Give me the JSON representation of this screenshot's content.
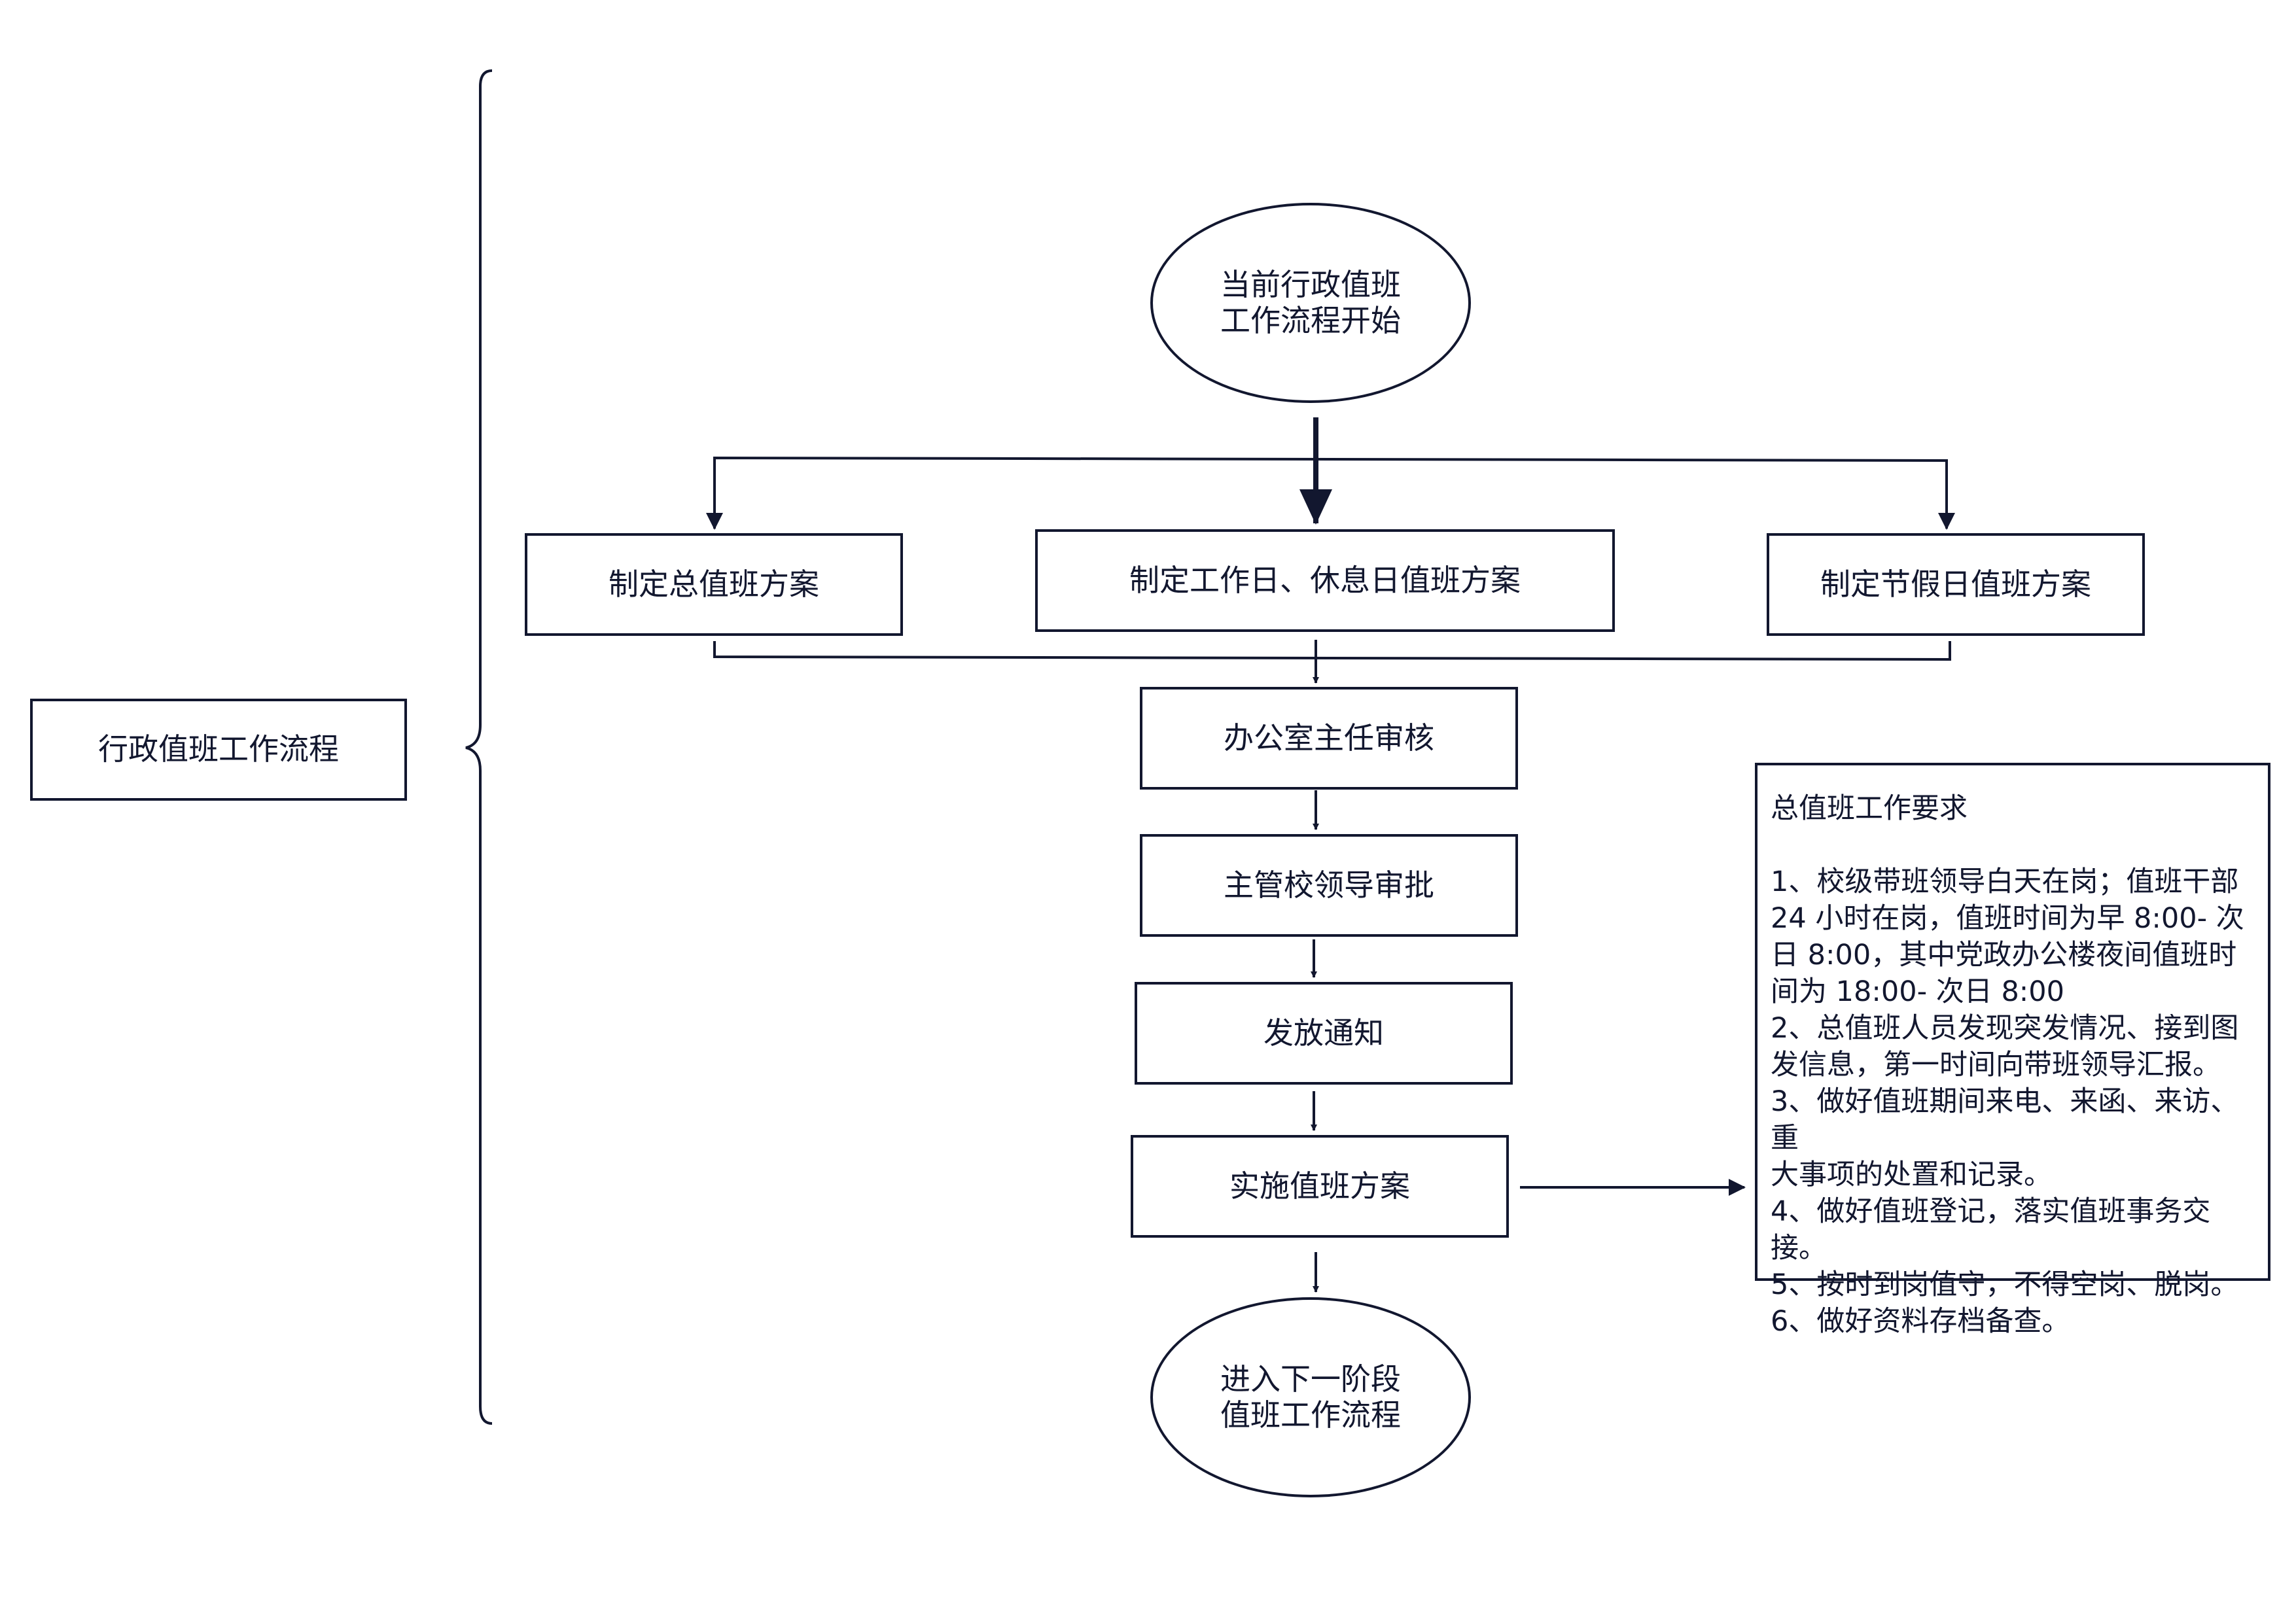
{
  "colors": {
    "line": "#12172f",
    "background": "#ffffff"
  },
  "left": {
    "title": "行政值班工作流程"
  },
  "start": {
    "line1": "当前行政值班",
    "line2": "工作流程开始"
  },
  "plans": {
    "general": "制定总值班方案",
    "workday": "制定工作日、休息日值班方案",
    "holiday": "制定节假日值班方案"
  },
  "steps": {
    "review": "办公室主任审核",
    "approve": "主管校领导审批",
    "notify": "发放通知",
    "implement": "实施值班方案"
  },
  "end": {
    "line1": "进入下一阶段",
    "line2": "值班工作流程"
  },
  "requirements": {
    "title": "总值班工作要求",
    "lines": [
      "1、校级带班领导白天在岗；值班干部",
      "24 小时在岗，值班时间为早 8:00- 次",
      "日 8:00，其中党政办公楼夜间值班时",
      "间为 18:00- 次日 8:00",
      "2、总值班人员发现突发情况、接到图",
      "发信息，第一时间向带班领导汇报。",
      "3、做好值班期间来电、来函、来访、重",
      "大事项的处置和记录。",
      "4、做好值班登记，落实值班事务交接。",
      "5、按时到岗值守，不得空岗、脱岗。",
      "6、做好资料存档备查。"
    ]
  }
}
